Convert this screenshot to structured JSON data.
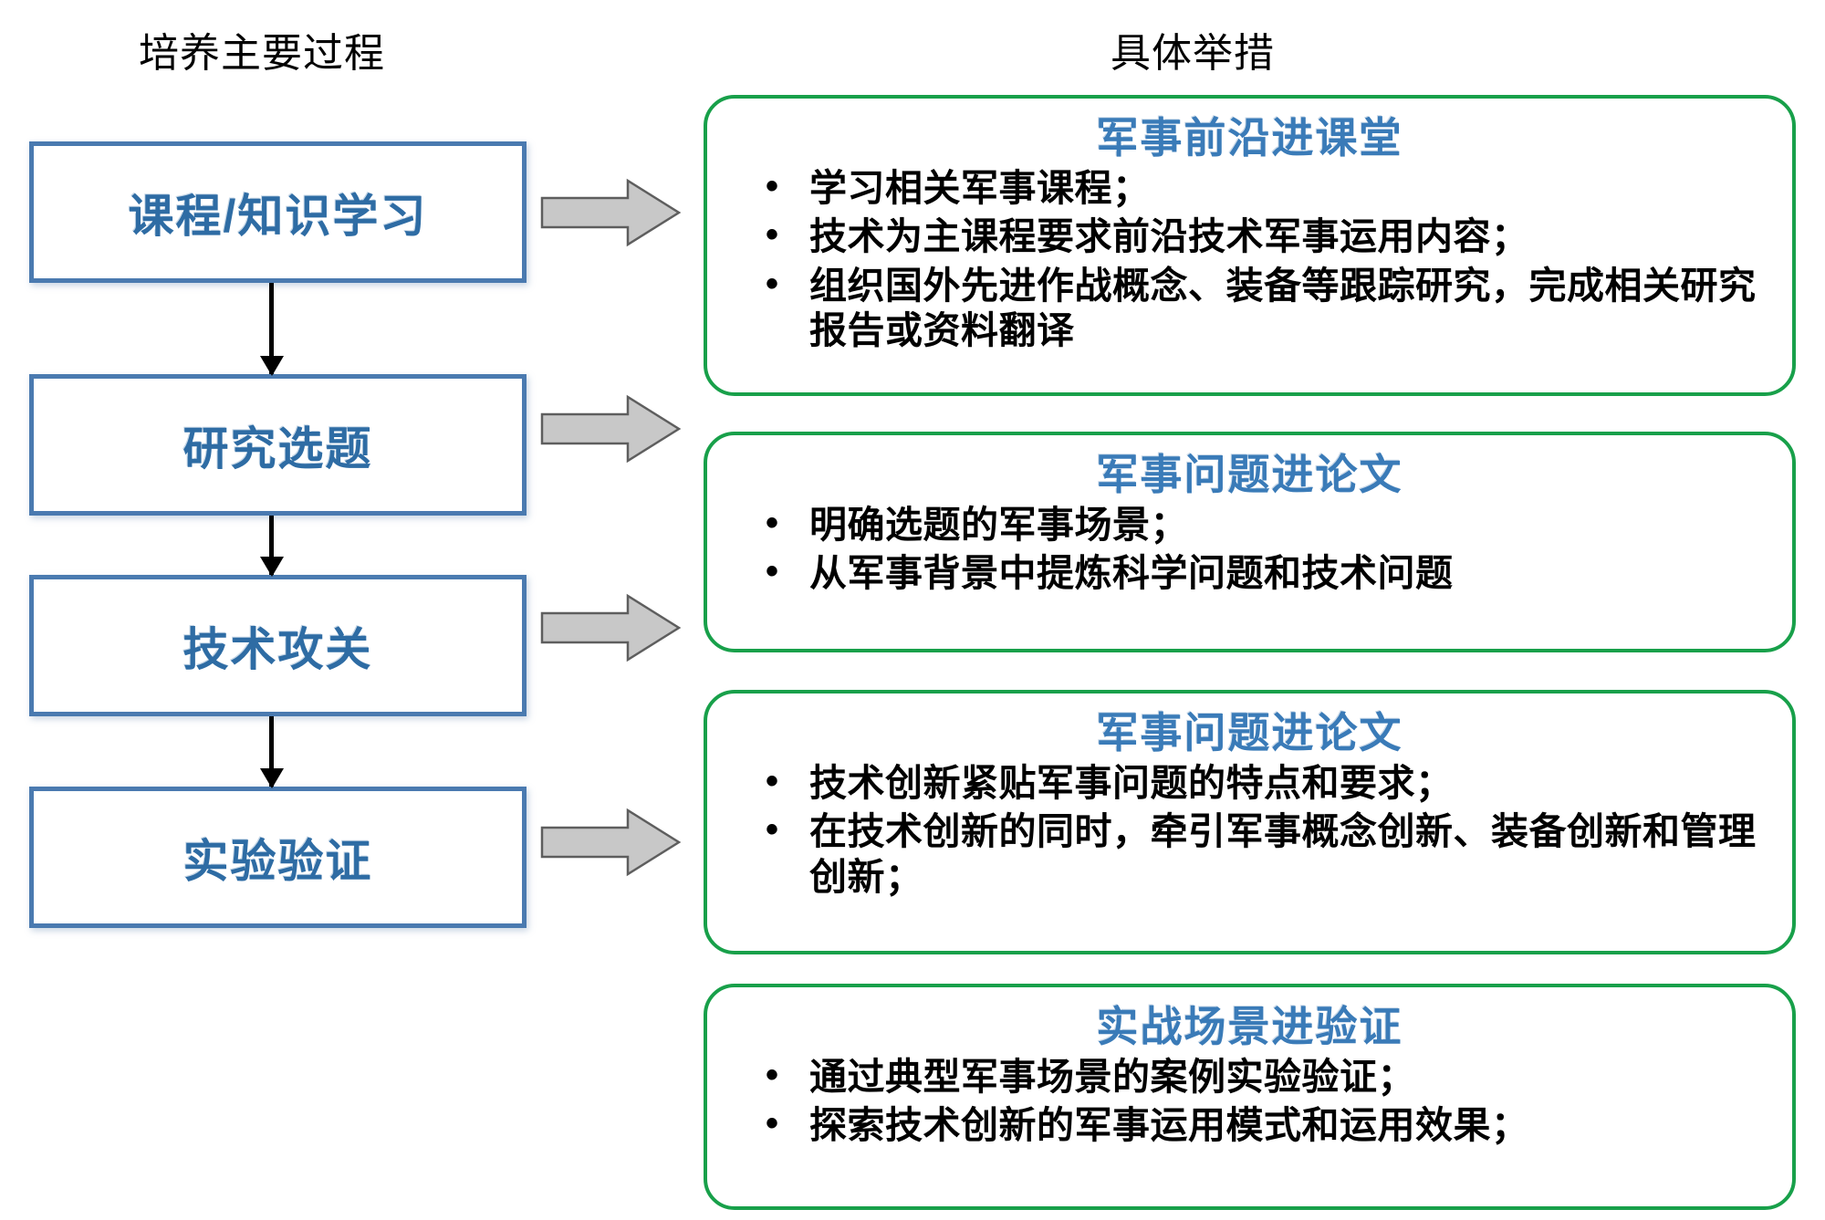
{
  "headers": {
    "left": "培养主要过程",
    "right": "具体举措"
  },
  "stages": [
    {
      "label": "课程/知识学习"
    },
    {
      "label": "研究选题"
    },
    {
      "label": "技术攻关"
    },
    {
      "label": "实验验证"
    }
  ],
  "measures": [
    {
      "title": "军事前沿进课堂",
      "bullets": [
        "学习相关军事课程；",
        "技术为主课程要求前沿技术军事运用内容；",
        "组织国外先进作战概念、装备等跟踪研究，完成相关研究报告或资料翻译"
      ]
    },
    {
      "title": "军事问题进论文",
      "bullets": [
        "明确选题的军事场景；",
        "从军事背景中提炼科学问题和技术问题"
      ]
    },
    {
      "title": "军事问题进论文",
      "bullets": [
        "技术创新紧贴军事问题的特点和要求；",
        "在技术创新的同时，牵引军事概念创新、装备创新和管理创新；"
      ]
    },
    {
      "title": "实战场景进验证",
      "bullets": [
        "通过典型军事场景的案例实验验证；",
        "探索技术创新的军事运用模式和运用效果；"
      ]
    }
  ],
  "colors": {
    "stage_border": "#4a7ab0",
    "stage_text": "#2e6ca4",
    "card_border": "#18a04a",
    "card_title": "#3a7bb8",
    "arrow_fill": "#c8c8c8",
    "arrow_stroke": "#606060",
    "connector": "#000000",
    "background": "#ffffff"
  },
  "icons": {
    "flow_arrow": "right-block-arrow-icon",
    "connector_arrow": "down-arrow-icon"
  }
}
